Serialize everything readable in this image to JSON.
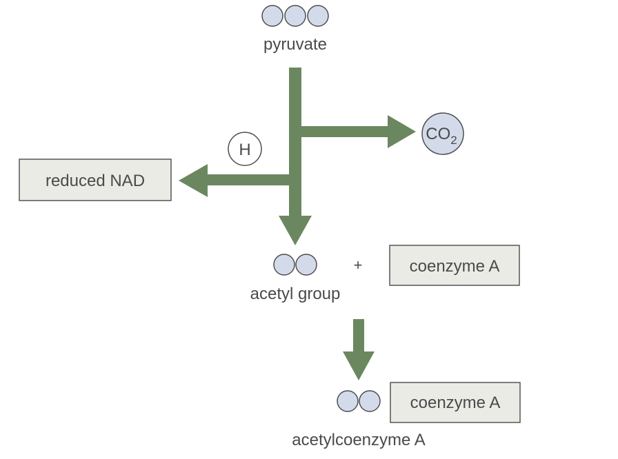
{
  "labels": {
    "pyruvate": "pyruvate",
    "co2_main": "CO",
    "co2_sub": "2",
    "hydrogen": "H",
    "reduced_nad": "reduced NAD",
    "plus": "+",
    "acetyl_group": "acetyl group",
    "coenzyme_a_1": "coenzyme A",
    "coenzyme_a_2": "coenzyme A",
    "acetylcoenzyme_a": "acetylcoenzyme A"
  },
  "colors": {
    "arrow": "#6b8760",
    "molecule_fill": "#d3dbeb",
    "molecule_stroke": "#4d4d4d",
    "box_fill": "#eaebe5",
    "box_stroke": "#555555",
    "text": "#4a4a4a"
  }
}
